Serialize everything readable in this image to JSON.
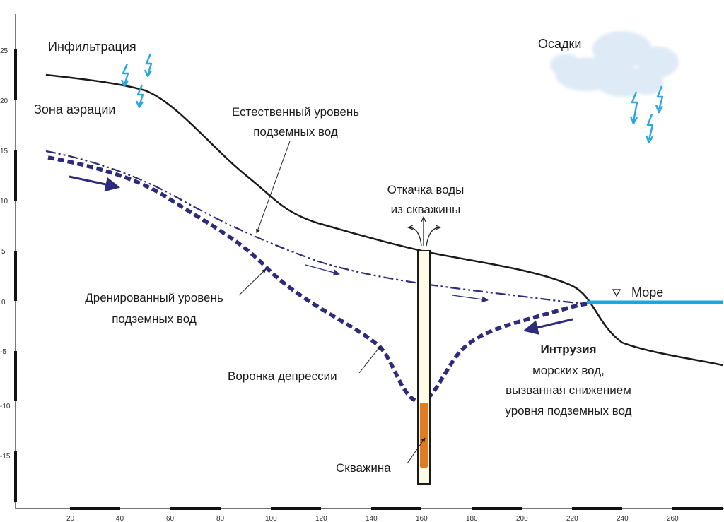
{
  "axes": {
    "y_ticks": [
      "25",
      "20",
      "15",
      "10",
      "5",
      "0",
      "-5",
      "-10",
      "-15"
    ],
    "x_ticks": [
      "20",
      "40",
      "60",
      "80",
      "100",
      "120",
      "140",
      "160",
      "180",
      "200",
      "220",
      "240",
      "260"
    ]
  },
  "labels": {
    "infiltration": "Инфильтрация",
    "aeration_zone": "Зона аэрации",
    "natural_level_1": "Естественный уровень",
    "natural_level_2": "подземных вод",
    "pumping_1": "Откачка воды",
    "pumping_2": "из скважины",
    "precipitation": "Осадки",
    "sea": "Море",
    "drained_1": "Дренированный уровень",
    "drained_2": "подземных вод",
    "depression_cone": "Воронка депрессии",
    "intrusion_1": "Интрузия",
    "intrusion_2": "морских вод,",
    "intrusion_3": "вызванная снижением",
    "intrusion_4": "уровня подземных вод",
    "well": "Скважина"
  },
  "colors": {
    "ground_line": "#1a1a1a",
    "natural_level": "#2e2b7a",
    "drained_level": "#2e2b7a",
    "sea": "#1ea7dc",
    "rain": "#2aa6e0",
    "well_fill": "#fdfbe6",
    "screen": "#e07b22",
    "cloud": "#dde9f6"
  },
  "icons": [
    "rain-drop-icon",
    "cloud-icon",
    "water-level-triangle-icon",
    "flow-arrow-icon"
  ]
}
